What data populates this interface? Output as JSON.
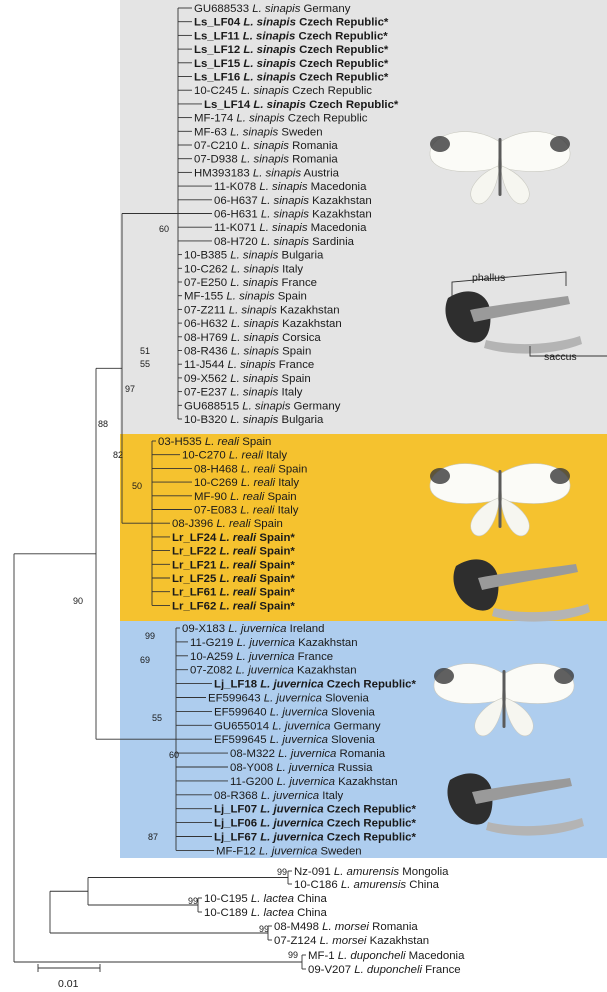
{
  "colors": {
    "sinapis_bg": "#e4e4e4",
    "reali_bg": "#f5c22f",
    "juvernica_bg": "#aecdee"
  },
  "taxa": [
    {
      "id": "GU688533",
      "species": "L. sinapis",
      "country": "Germany",
      "bold": false,
      "clade": "sinapis"
    },
    {
      "id": "Ls_LF04",
      "species": "L. sinapis",
      "country": "Czech Republic*",
      "bold": true,
      "clade": "sinapis"
    },
    {
      "id": "Ls_LF11",
      "species": "L. sinapis",
      "country": "Czech Republic*",
      "bold": true,
      "clade": "sinapis"
    },
    {
      "id": "Ls_LF12",
      "species": "L. sinapis",
      "country": "Czech Republic*",
      "bold": true,
      "clade": "sinapis"
    },
    {
      "id": "Ls_LF15",
      "species": "L. sinapis",
      "country": "Czech Republic*",
      "bold": true,
      "clade": "sinapis"
    },
    {
      "id": "Ls_LF16",
      "species": "L. sinapis",
      "country": "Czech Republic*",
      "bold": true,
      "clade": "sinapis"
    },
    {
      "id": "10-C245",
      "species": "L. sinapis",
      "country": "Czech Republic",
      "bold": false,
      "clade": "sinapis"
    },
    {
      "id": "Ls_LF14",
      "species": "L. sinapis",
      "country": "Czech Republic*",
      "bold": true,
      "clade": "sinapis"
    },
    {
      "id": "MF-174",
      "species": "L. sinapis",
      "country": "Czech Republic",
      "bold": false,
      "clade": "sinapis"
    },
    {
      "id": "MF-63",
      "species": "L. sinapis",
      "country": "Sweden",
      "bold": false,
      "clade": "sinapis"
    },
    {
      "id": "07-C210",
      "species": "L. sinapis",
      "country": "Romania",
      "bold": false,
      "clade": "sinapis"
    },
    {
      "id": "07-D938",
      "species": "L. sinapis",
      "country": "Romania",
      "bold": false,
      "clade": "sinapis"
    },
    {
      "id": "HM393183",
      "species": "L. sinapis",
      "country": "Austria",
      "bold": false,
      "clade": "sinapis"
    },
    {
      "id": "11-K078",
      "species": "L. sinapis",
      "country": "Macedonia",
      "bold": false,
      "clade": "sinapis"
    },
    {
      "id": "06-H637",
      "species": "L. sinapis",
      "country": "Kazakhstan",
      "bold": false,
      "clade": "sinapis"
    },
    {
      "id": "06-H631",
      "species": "L. sinapis",
      "country": "Kazakhstan",
      "bold": false,
      "clade": "sinapis"
    },
    {
      "id": "11-K071",
      "species": "L. sinapis",
      "country": "Macedonia",
      "bold": false,
      "clade": "sinapis"
    },
    {
      "id": "08-H720",
      "species": "L. sinapis",
      "country": "Sardinia",
      "bold": false,
      "clade": "sinapis"
    },
    {
      "id": "10-B385",
      "species": "L. sinapis",
      "country": "Bulgaria",
      "bold": false,
      "clade": "sinapis"
    },
    {
      "id": "10-C262",
      "species": "L. sinapis",
      "country": "Italy",
      "bold": false,
      "clade": "sinapis"
    },
    {
      "id": "07-E250",
      "species": "L. sinapis",
      "country": "France",
      "bold": false,
      "clade": "sinapis"
    },
    {
      "id": "MF-155",
      "species": "L. sinapis",
      "country": "Spain",
      "bold": false,
      "clade": "sinapis"
    },
    {
      "id": "07-Z211",
      "species": "L. sinapis",
      "country": "Kazakhstan",
      "bold": false,
      "clade": "sinapis"
    },
    {
      "id": "06-H632",
      "species": "L. sinapis",
      "country": "Kazakhstan",
      "bold": false,
      "clade": "sinapis"
    },
    {
      "id": "08-H769",
      "species": "L. sinapis",
      "country": "Corsica",
      "bold": false,
      "clade": "sinapis"
    },
    {
      "id": "08-R436",
      "species": "L. sinapis",
      "country": "Spain",
      "bold": false,
      "clade": "sinapis"
    },
    {
      "id": "11-J544",
      "species": "L. sinapis",
      "country": "France",
      "bold": false,
      "clade": "sinapis"
    },
    {
      "id": "09-X562",
      "species": "L. sinapis",
      "country": "Spain",
      "bold": false,
      "clade": "sinapis"
    },
    {
      "id": "07-E237",
      "species": "L. sinapis",
      "country": "Italy",
      "bold": false,
      "clade": "sinapis"
    },
    {
      "id": "GU688515",
      "species": "L. sinapis",
      "country": "Germany",
      "bold": false,
      "clade": "sinapis"
    },
    {
      "id": "10-B320",
      "species": "L. sinapis",
      "country": "Bulgaria",
      "bold": false,
      "clade": "sinapis"
    },
    {
      "id": "03-H535",
      "species": "L. reali",
      "country": "Spain",
      "bold": false,
      "clade": "reali"
    },
    {
      "id": "10-C270",
      "species": "L. reali",
      "country": "Italy",
      "bold": false,
      "clade": "reali"
    },
    {
      "id": "08-H468",
      "species": "L. reali",
      "country": "Spain",
      "bold": false,
      "clade": "reali"
    },
    {
      "id": "10-C269",
      "species": "L. reali",
      "country": "Italy",
      "bold": false,
      "clade": "reali"
    },
    {
      "id": "MF-90",
      "species": "L. reali",
      "country": "Spain",
      "bold": false,
      "clade": "reali"
    },
    {
      "id": "07-E083",
      "species": "L. reali",
      "country": "Italy",
      "bold": false,
      "clade": "reali"
    },
    {
      "id": "08-J396",
      "species": "L. reali",
      "country": "Spain",
      "bold": false,
      "clade": "reali"
    },
    {
      "id": "Lr_LF24",
      "species": "L. reali",
      "country": "Spain*",
      "bold": true,
      "clade": "reali"
    },
    {
      "id": "Lr_LF22",
      "species": "L. reali",
      "country": "Spain*",
      "bold": true,
      "clade": "reali"
    },
    {
      "id": "Lr_LF21",
      "species": "L. reali",
      "country": "Spain*",
      "bold": true,
      "clade": "reali"
    },
    {
      "id": "Lr_LF25",
      "species": "L. reali",
      "country": "Spain*",
      "bold": true,
      "clade": "reali"
    },
    {
      "id": "Lr_LF61",
      "species": "L. reali",
      "country": "Spain*",
      "bold": true,
      "clade": "reali"
    },
    {
      "id": "Lr_LF62",
      "species": "L. reali",
      "country": "Spain*",
      "bold": true,
      "clade": "reali"
    },
    {
      "id": "09-X183",
      "species": "L. juvernica",
      "country": "Ireland",
      "bold": false,
      "clade": "juvernica"
    },
    {
      "id": "11-G219",
      "species": "L. juvernica",
      "country": "Kazakhstan",
      "bold": false,
      "clade": "juvernica"
    },
    {
      "id": "10-A259",
      "species": "L. juvernica",
      "country": "France",
      "bold": false,
      "clade": "juvernica"
    },
    {
      "id": "07-Z082",
      "species": "L. juvernica",
      "country": "Kazakhstan",
      "bold": false,
      "clade": "juvernica"
    },
    {
      "id": "Lj_LF18",
      "species": "L. juvernica",
      "country": "Czech Republic*",
      "bold": true,
      "clade": "juvernica"
    },
    {
      "id": "EF599643",
      "species": "L. juvernica",
      "country": "Slovenia",
      "bold": false,
      "clade": "juvernica"
    },
    {
      "id": "EF599640",
      "species": "L. juvernica",
      "country": "Slovenia",
      "bold": false,
      "clade": "juvernica"
    },
    {
      "id": "GU655014",
      "species": "L. juvernica",
      "country": "Germany",
      "bold": false,
      "clade": "juvernica"
    },
    {
      "id": "EF599645",
      "species": "L. juvernica",
      "country": "Slovenia",
      "bold": false,
      "clade": "juvernica"
    },
    {
      "id": "08-M322",
      "species": "L. juvernica",
      "country": "Romania",
      "bold": false,
      "clade": "juvernica"
    },
    {
      "id": "08-Y008",
      "species": "L. juvernica",
      "country": "Russia",
      "bold": false,
      "clade": "juvernica"
    },
    {
      "id": "11-G200",
      "species": "L. juvernica",
      "country": "Kazakhstan",
      "bold": false,
      "clade": "juvernica"
    },
    {
      "id": "08-R368",
      "species": "L. juvernica",
      "country": "Italy",
      "bold": false,
      "clade": "juvernica"
    },
    {
      "id": "Lj_LF07",
      "species": "L. juvernica",
      "country": "Czech Republic*",
      "bold": true,
      "clade": "juvernica"
    },
    {
      "id": "Lj_LF06",
      "species": "L. juvernica",
      "country": "Czech Republic*",
      "bold": true,
      "clade": "juvernica"
    },
    {
      "id": "Lj_LF67",
      "species": "L. juvernica",
      "country": "Czech Republic*",
      "bold": true,
      "clade": "juvernica"
    },
    {
      "id": "MF-F12",
      "species": "L. juvernica",
      "country": "Sweden",
      "bold": false,
      "clade": "juvernica"
    },
    {
      "id": "Nz-091",
      "species": "L. amurensis",
      "country": "Mongolia",
      "bold": false,
      "clade": "outgroup"
    },
    {
      "id": "10-C186",
      "species": "L. amurensis",
      "country": "China",
      "bold": false,
      "clade": "outgroup"
    },
    {
      "id": "10-C195",
      "species": "L. lactea",
      "country": "China",
      "bold": false,
      "clade": "outgroup"
    },
    {
      "id": "10-C189",
      "species": "L. lactea",
      "country": "China",
      "bold": false,
      "clade": "outgroup"
    },
    {
      "id": "08-M498",
      "species": "L. morsei",
      "country": "Romania",
      "bold": false,
      "clade": "outgroup"
    },
    {
      "id": "07-Z124",
      "species": "L. morsei",
      "country": "Kazakhstan",
      "bold": false,
      "clade": "outgroup"
    },
    {
      "id": "MF-1",
      "species": "L. duponcheli",
      "country": "Macedonia",
      "bold": false,
      "clade": "outgroup"
    },
    {
      "id": "09-V207",
      "species": "L. duponcheli",
      "country": "France",
      "bold": false,
      "clade": "outgroup"
    }
  ],
  "support_values": [
    "60",
    "51",
    "55",
    "97",
    "88",
    "82",
    "50",
    "90",
    "99",
    "69",
    "55",
    "60",
    "87",
    "99",
    "99",
    "99",
    "99"
  ],
  "annotations": {
    "phallus": "phallus",
    "saccus": "saccus"
  },
  "scale_bar": {
    "label": "0.01"
  }
}
